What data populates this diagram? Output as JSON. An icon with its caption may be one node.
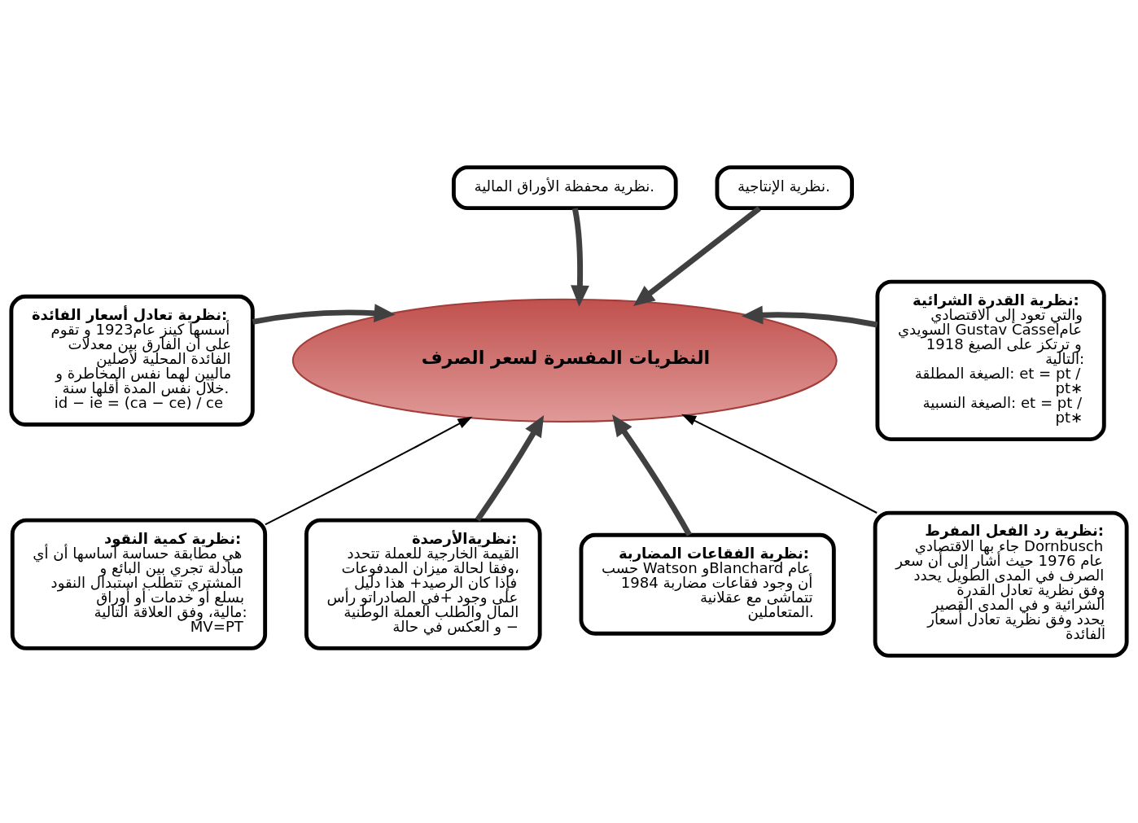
{
  "diagram": {
    "nodes": [
      {
        "text": [
          "النظريات المفسرة لسعر الصرف"
        ]
      },
      {
        "text": [
          "نظرية القدرة الشرائية:",
          "والتي تعود إلى الاقتصادي السويدي Gustav Casselعام 1918 و ترتكز على الصيغ التالية:",
          "الصيغة المطلقة: et = pt / pt∗",
          "الصيغة النسبية: et = pt / pt∗"
        ]
      },
      {
        "text": [
          "نظرية الإنتاجية."
        ]
      },
      {
        "text": [
          "نظرية محفظة الأوراق المالية."
        ]
      },
      {
        "text": [
          "نظرية تعادل أسعار الفائدة:",
          "أسسها كينز عام1923 و تقوم على أن الفارق بين معدلات الفائدة المحلية لأصلين ماليين لهما نفس المخاطرة و خلال نفس المدة أقلها سنة.",
          "id − ie = (ca − ce) / ce"
        ]
      },
      {
        "text": [
          "نظرية رد الفعل المفرط:",
          "جاء بها الاقتصادي Dornbusch عام 1976 حيث أشار إلى أن سعر الصرف في المدى الطويل يحدد وفق نظرية تعادل القدرة الشرائية و في المدى القصير يحدد وفق نظرية تعادل أسعار الفائدة"
        ]
      },
      {
        "text": [
          "نظرية الفقاعات المضاربة:",
          "حسب Watson وBlanchard عام 1984 أن وجود فقاعات مضاربة تتماشى مع عقلانية المتعاملين."
        ]
      },
      {
        "text": [
          "نظريةالأرصدة:",
          "القيمة الخارجية للعملة تتحدد وفقا لحالة ميزان المدفوعات، فإذا كان الرصيد+ هذا دليل على وجود +في الصادراتو رأس المال والطلب العملة الوطنية و العكس في حالة −"
        ]
      },
      {
        "text": [
          "نظرية كمية النقود:",
          "هي مطابقة حساسة أساسها أن أي مبادلة تجري بين البائع و المشتري تتطلب استبدال النقود بسلع أو خدمات أو أوراق مالية، وفق العلاقة التالية:",
          "MV=PT"
        ]
      }
    ],
    "edges": [
      {
        "from": 1,
        "to": 0,
        "arrow": "to"
      },
      {
        "from": 2,
        "to": 0,
        "arrow": "to"
      },
      {
        "from": 3,
        "to": 0,
        "arrow": "to"
      },
      {
        "from": 4,
        "to": 0,
        "arrow": "to"
      },
      {
        "from": 5,
        "to": 0,
        "arrow": "to",
        "color": "#000000"
      },
      {
        "from": 6,
        "to": 0,
        "arrow": "to"
      },
      {
        "from": 7,
        "to": 0,
        "arrow": "to"
      },
      {
        "from": 8,
        "to": 0,
        "arrow": "to",
        "color": "#000000"
      }
    ]
  }
}
